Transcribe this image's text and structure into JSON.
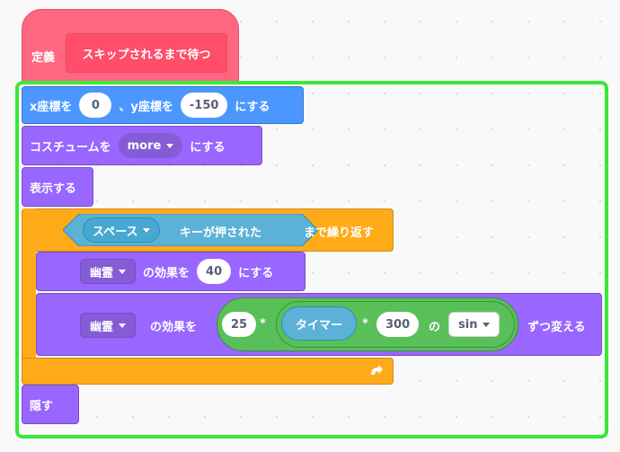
{
  "define_block": {
    "label": "定義",
    "custom_name": "スキップされるまで待つ",
    "color": "#ff6680"
  },
  "goto_block": {
    "x_label": "x座標を",
    "x_value": "0",
    "y_label": "、y座標を",
    "y_value": "-150",
    "suffix": "にする",
    "color": "#4c97ff"
  },
  "costume_block": {
    "label": "コスチュームを",
    "value": "more",
    "suffix": "にする",
    "color": "#9966ff"
  },
  "show_block": {
    "label": "表示する"
  },
  "repeat_until_block": {
    "key": "スペース",
    "key_suffix": "キーが押された",
    "suffix": "まで繰り返す",
    "color": "#ffab19",
    "sensing_color": "#5cb1d6",
    "loop_icon": "loop-arrow-icon"
  },
  "set_effect_block": {
    "effect": "幽霊",
    "label": "の効果を",
    "value": "40",
    "suffix": "にする"
  },
  "change_effect_block": {
    "effect": "幽霊",
    "label": "の効果を",
    "value_a": "25",
    "times1": "*",
    "timer": "タイマー",
    "times2": "*",
    "value_b": "300",
    "of_label": "の",
    "func": "sin",
    "suffix": "ずつ変える",
    "operator_color": "#59c059"
  },
  "hide_block": {
    "label": "隠す"
  },
  "highlight_color": "#38e838"
}
